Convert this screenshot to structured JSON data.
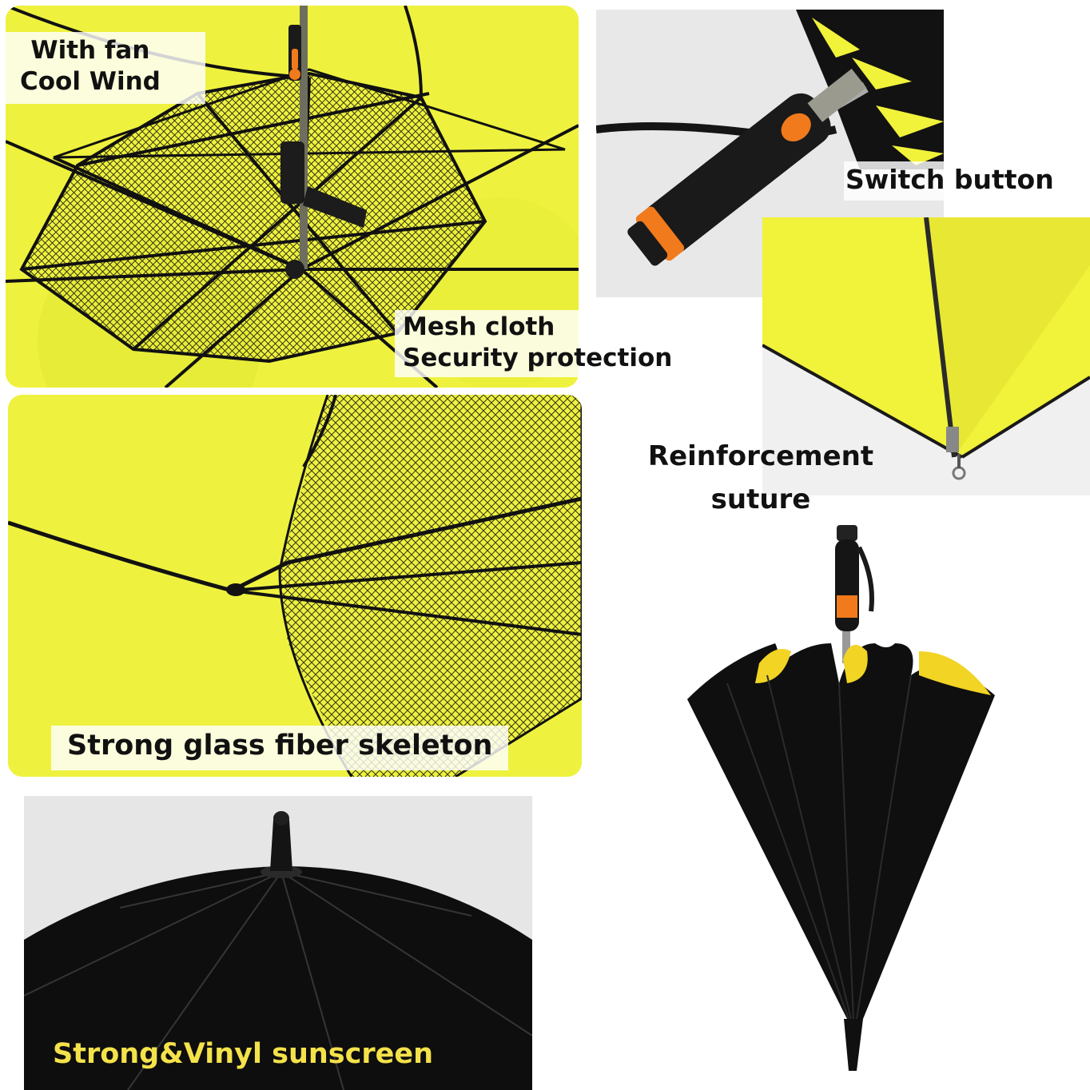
{
  "captions": {
    "fan": [
      "With fan",
      "Cool Wind"
    ],
    "mesh": [
      "Mesh cloth",
      "Security protection"
    ],
    "switch": "Switch button",
    "reinforcement": [
      "Reinforcement",
      "suture"
    ],
    "skeleton": "Strong glass fiber skeleton",
    "sunscreen": "Strong&Vinyl sunscreen"
  },
  "colors": {
    "canopy_yellow": "#f1f23a",
    "canopy_black": "#121212",
    "accent_orange": "#f07a1c",
    "sunscreen_text": "#f4e24a",
    "studio_grey": "#e9e9e9"
  }
}
